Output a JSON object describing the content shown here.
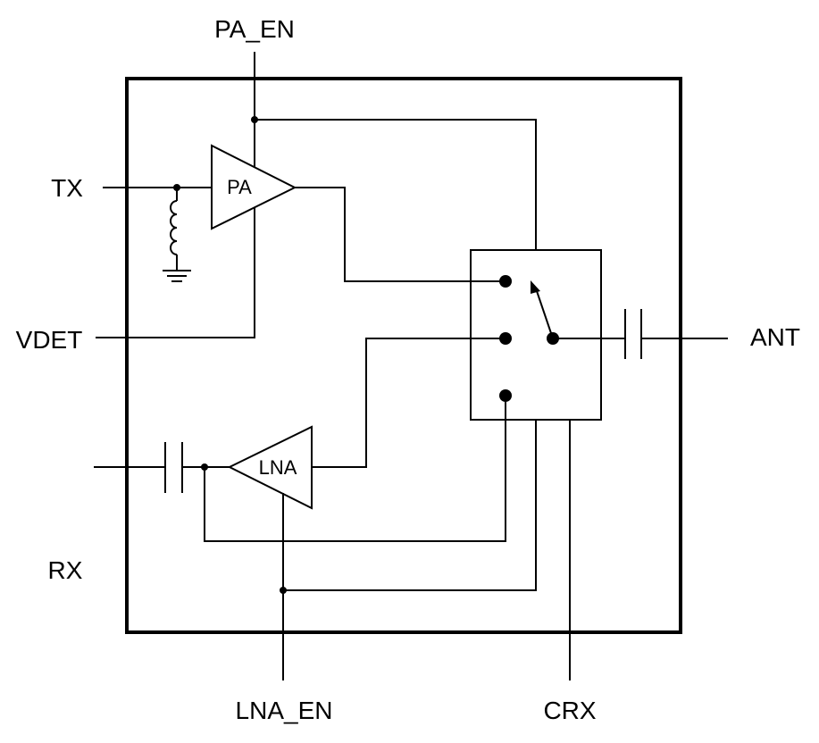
{
  "labels": {
    "pa_en": "PA_EN",
    "tx": "TX",
    "vdet": "VDET",
    "rx": "RX",
    "lna_en": "LNA_EN",
    "crx": "CRX",
    "ant": "ANT",
    "pa": "PA",
    "lna": "LNA"
  }
}
